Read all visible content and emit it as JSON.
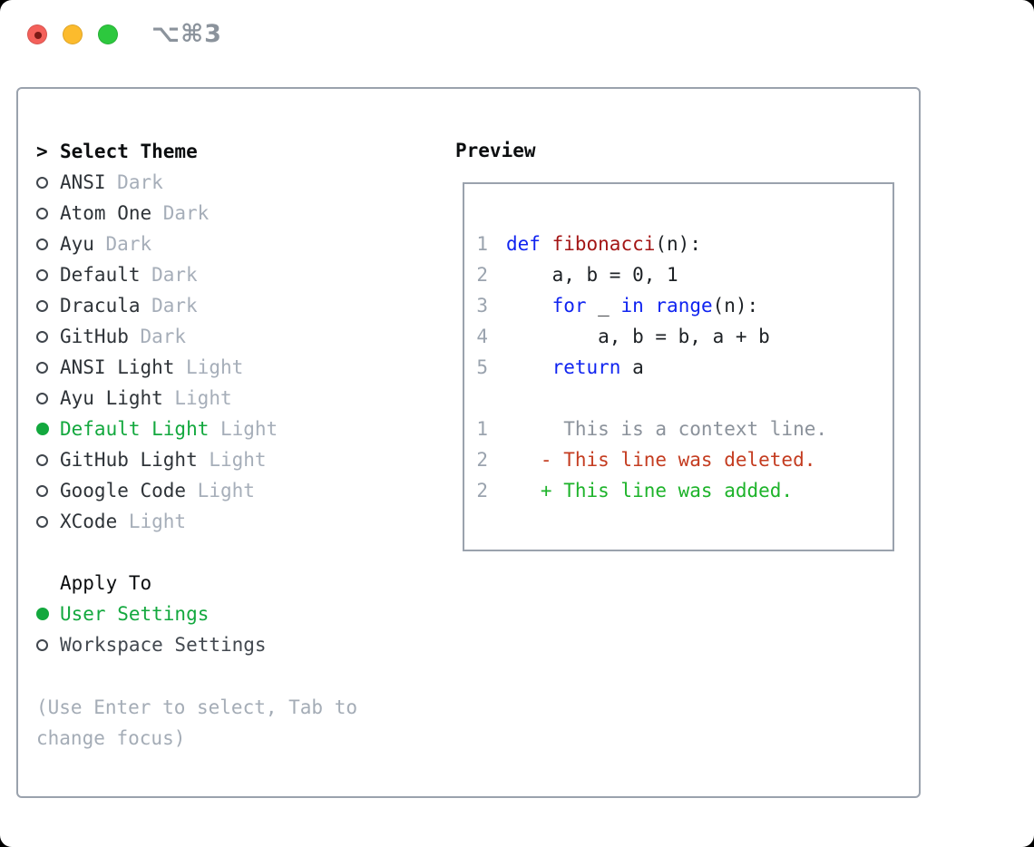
{
  "titlebar": {
    "shortcut": "⌥⌘3",
    "buttons": [
      {
        "name": "close",
        "color": "#f4605a"
      },
      {
        "name": "minimize",
        "color": "#fcbb2d"
      },
      {
        "name": "zoom",
        "color": "#2dc83e"
      }
    ]
  },
  "theme_list": {
    "header_prefix": ">",
    "header": "Select Theme",
    "items": [
      {
        "name": "ANSI",
        "variant": "Dark",
        "selected": false
      },
      {
        "name": "Atom One",
        "variant": "Dark",
        "selected": false
      },
      {
        "name": "Ayu",
        "variant": "Dark",
        "selected": false
      },
      {
        "name": "Default",
        "variant": "Dark",
        "selected": false
      },
      {
        "name": "Dracula",
        "variant": "Dark",
        "selected": false
      },
      {
        "name": "GitHub",
        "variant": "Dark",
        "selected": false
      },
      {
        "name": "ANSI Light",
        "variant": "Light",
        "selected": false
      },
      {
        "name": "Ayu Light",
        "variant": "Light",
        "selected": false
      },
      {
        "name": "Default Light",
        "variant": "Light",
        "selected": true
      },
      {
        "name": "GitHub Light",
        "variant": "Light",
        "selected": false
      },
      {
        "name": "Google Code",
        "variant": "Light",
        "selected": false
      },
      {
        "name": "XCode",
        "variant": "Light",
        "selected": false
      }
    ]
  },
  "apply_to": {
    "header": "Apply To",
    "items": [
      {
        "label": "User Settings",
        "selected": true
      },
      {
        "label": "Workspace Settings",
        "selected": false
      }
    ]
  },
  "hint": "(Use Enter to select, Tab to change focus)",
  "preview": {
    "title": "Preview",
    "lines": [
      {
        "num": "1",
        "segments": [
          {
            "t": "def",
            "c": "keyword"
          },
          {
            "t": " ",
            "c": "plain"
          },
          {
            "t": "fibonacci",
            "c": "function"
          },
          {
            "t": "(n):",
            "c": "plain"
          }
        ]
      },
      {
        "num": "2",
        "segments": [
          {
            "t": "    a, b = 0, 1",
            "c": "plain"
          }
        ]
      },
      {
        "num": "3",
        "segments": [
          {
            "t": "    ",
            "c": "plain"
          },
          {
            "t": "for",
            "c": "keyword"
          },
          {
            "t": " _ ",
            "c": "plain"
          },
          {
            "t": "in",
            "c": "keyword"
          },
          {
            "t": " ",
            "c": "plain"
          },
          {
            "t": "range",
            "c": "keyword"
          },
          {
            "t": "(n):",
            "c": "plain"
          }
        ]
      },
      {
        "num": "4",
        "segments": [
          {
            "t": "        a, b = b, a + b",
            "c": "plain"
          }
        ]
      },
      {
        "num": "5",
        "segments": [
          {
            "t": "    ",
            "c": "plain"
          },
          {
            "t": "return",
            "c": "keyword"
          },
          {
            "t": " a",
            "c": "plain"
          }
        ]
      },
      {
        "num": "",
        "segments": []
      },
      {
        "num": "1",
        "segments": [
          {
            "t": "     This is a context line.",
            "c": "context"
          }
        ]
      },
      {
        "num": "2",
        "segments": [
          {
            "t": "   - This line was deleted.",
            "c": "deleted"
          }
        ]
      },
      {
        "num": "2",
        "segments": [
          {
            "t": "   + This line was added.",
            "c": "added"
          }
        ]
      }
    ]
  },
  "colors": {
    "selection_green": "#13a83e",
    "added_green": "#1db32a",
    "deleted_red": "#c43c20",
    "keyword_blue": "#1024f0",
    "function_dark_red": "#a31515",
    "context_gray": "#8b929b",
    "line_number_gray": "#9aa3ae",
    "variant_gray": "#a6aeb9",
    "hint_gray": "#a4acb6",
    "panel_border_gray": "#9aa2ad",
    "traffic_red": "#f4605a",
    "traffic_yellow": "#fcbb2d",
    "traffic_green": "#2dc83e"
  }
}
